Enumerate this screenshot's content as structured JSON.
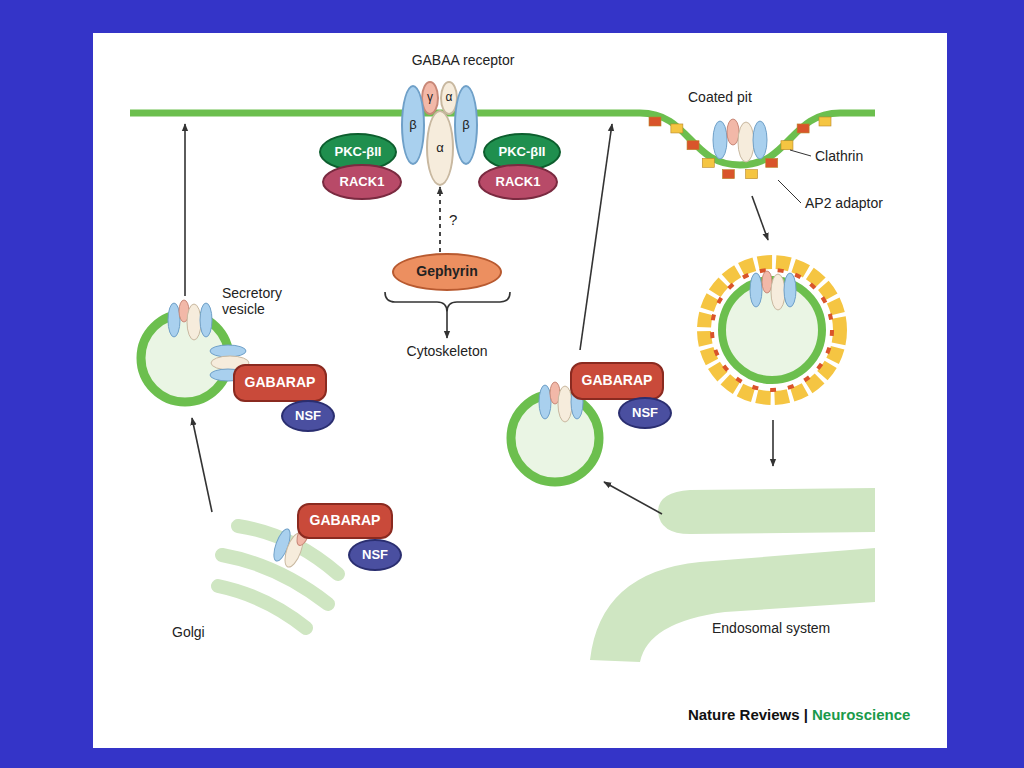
{
  "diagram": {
    "nodes": [
      {
        "text": [
          "γ"
        ]
      },
      {
        "text": [
          "α"
        ]
      },
      {
        "text": [
          "β"
        ]
      },
      {
        "text": [
          "α"
        ]
      },
      {
        "text": [
          "β"
        ]
      },
      {
        "text": [
          "PKC-βII"
        ]
      },
      {
        "text": [
          "RACK1"
        ]
      },
      {
        "text": [
          "PKC-βII"
        ]
      },
      {
        "text": [
          "RACK1"
        ]
      },
      {
        "text": [
          "Gephyrin"
        ]
      },
      {
        "text": [
          "GABARAP"
        ]
      },
      {
        "text": [
          "NSF"
        ]
      },
      {
        "text": [
          "GABARAP"
        ]
      },
      {
        "text": [
          "NSF"
        ]
      },
      {
        "text": [
          "GABARAP"
        ]
      },
      {
        "text": [
          "NSF"
        ]
      }
    ],
    "edges": [
      {
        "from": 9,
        "to": 3,
        "label": "?",
        "arrow": "to"
      }
    ],
    "labels": [
      "GABAA receptor",
      "Coated pit",
      "Clathrin",
      "AP2 adaptor",
      "Secretory vesicle",
      "Cytoskeleton",
      "Golgi",
      "Endosomal system",
      "Nature Reviews |",
      "Neuroscience"
    ]
  }
}
